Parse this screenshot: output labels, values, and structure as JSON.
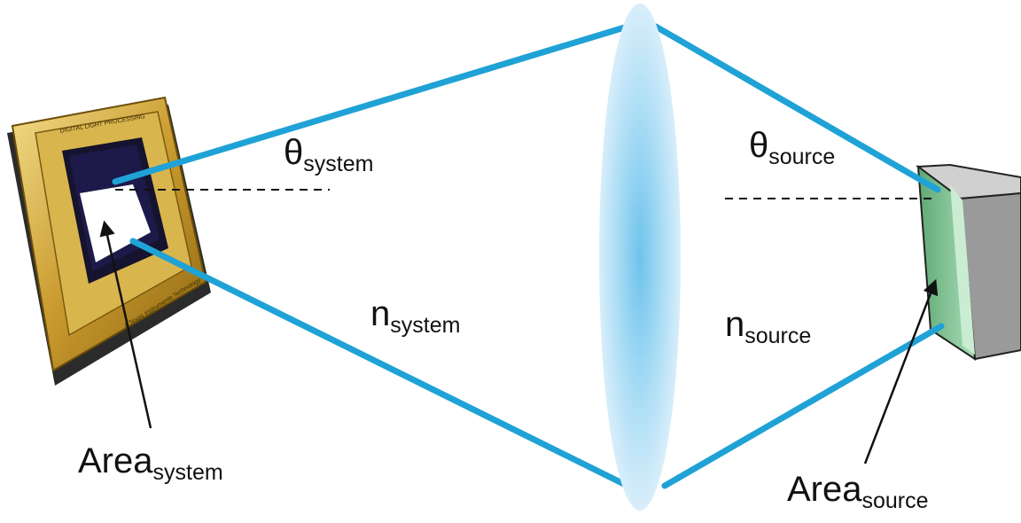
{
  "labels": {
    "theta_system": {
      "symbol": "θ",
      "subscript": "system"
    },
    "theta_source": {
      "symbol": "θ",
      "subscript": "source"
    },
    "n_system": {
      "symbol": "n",
      "subscript": "system"
    },
    "n_source": {
      "symbol": "n",
      "subscript": "source"
    },
    "area_system": {
      "symbol": "Area",
      "subscript": "system"
    },
    "area_source": {
      "symbol": "Area",
      "subscript": "source"
    }
  },
  "chip": {
    "top_text": "DIGITAL LIGHT PROCESSING",
    "bottom_text": "A Texas Instruments Technology"
  },
  "colors": {
    "ray": "#1fa2d6",
    "lens": "#a9dcf5",
    "chip_gold": "#c9a23a",
    "source_green": "#8ec9a0",
    "source_gray": "#9a9a9a"
  }
}
